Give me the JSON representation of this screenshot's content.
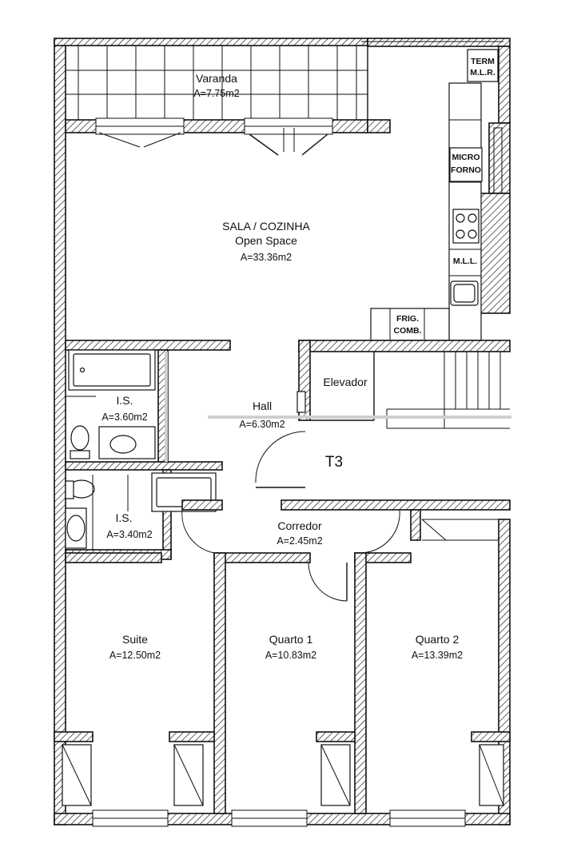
{
  "plan": {
    "title": "T3",
    "rooms": {
      "varanda": {
        "name": "Varanda",
        "area": "A=7.75m2"
      },
      "sala": {
        "name": "SALA / COZINHA",
        "subname": "Open Space",
        "area": "A=33.36m2"
      },
      "hall": {
        "name": "Hall",
        "area": "A=6.30m2"
      },
      "is1": {
        "name": "I.S.",
        "area": "A=3.60m2"
      },
      "is2": {
        "name": "I.S.",
        "area": "A=3.40m2"
      },
      "corredor": {
        "name": "Corredor",
        "area": "A=2.45m2"
      },
      "suite": {
        "name": "Suite",
        "area": "A=12.50m2"
      },
      "quarto1": {
        "name": "Quarto 1",
        "area": "A=10.83m2"
      },
      "quarto2": {
        "name": "Quarto 2",
        "area": "A=13.39m2"
      },
      "elevador": {
        "name": "Elevador"
      }
    },
    "fixtures": {
      "term_mlr": [
        "TERM",
        "M.L.R."
      ],
      "microforno": [
        "MICRO",
        "FORNO"
      ],
      "mll": "M.L.L.",
      "frig_comb": [
        "FRIG.",
        "COMB."
      ]
    }
  }
}
